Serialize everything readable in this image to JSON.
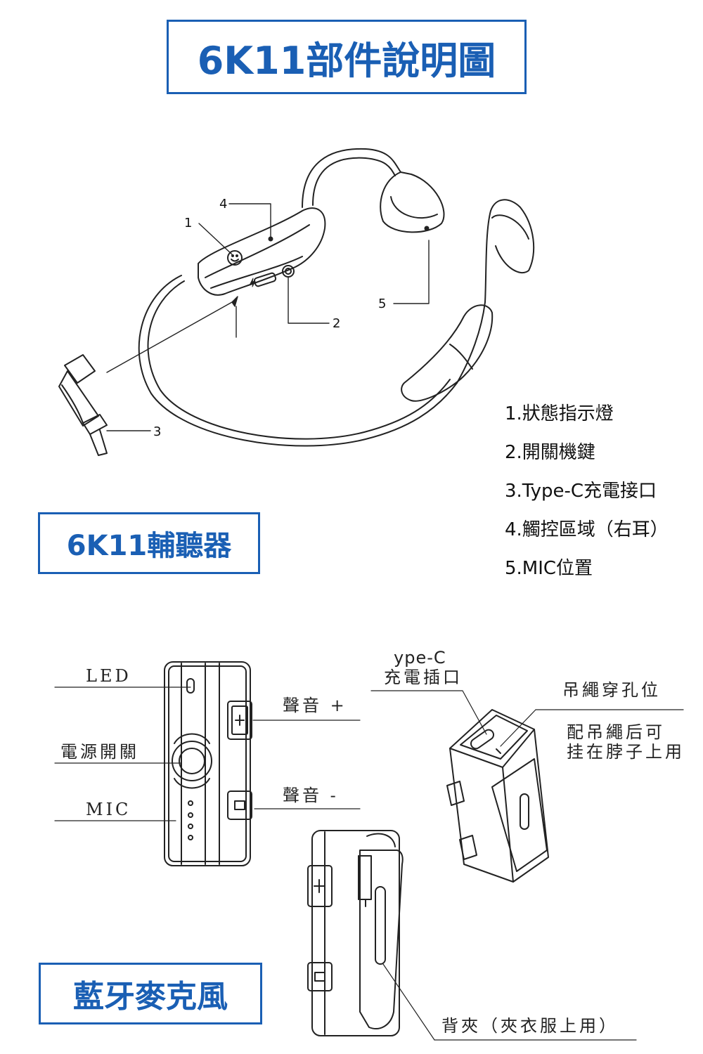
{
  "header": {
    "title": "6K11部件說明圖"
  },
  "hearing_aid": {
    "title": "6K11輔聽器",
    "callouts": [
      "1",
      "2",
      "3",
      "4",
      "5"
    ],
    "legend": [
      "1.狀態指示燈",
      "2.開關機鍵",
      "3.Type-C充電接口",
      "4.觸控區域（右耳）",
      "5.MIC位置"
    ]
  },
  "microphone": {
    "title": "藍牙麥克風",
    "labels": {
      "led": "LED",
      "power": "電源開關",
      "mic": "MIC",
      "vol_up": "聲音 +",
      "vol_down": "聲音 -",
      "typec_line1": "ype-C",
      "typec_line2": "充電插口",
      "lanyard_hole": "吊繩穿孔位",
      "lanyard_note_line1": "配吊繩后可",
      "lanyard_note_line2": "挂在脖子上用",
      "clip": "背夾（夾衣服上用）"
    }
  },
  "colors": {
    "accent": "#1a5fb4",
    "line": "#222222"
  },
  "icons": [
    "smile-icon",
    "lightning-icon",
    "power-icon",
    "plus-icon",
    "minus-icon"
  ]
}
